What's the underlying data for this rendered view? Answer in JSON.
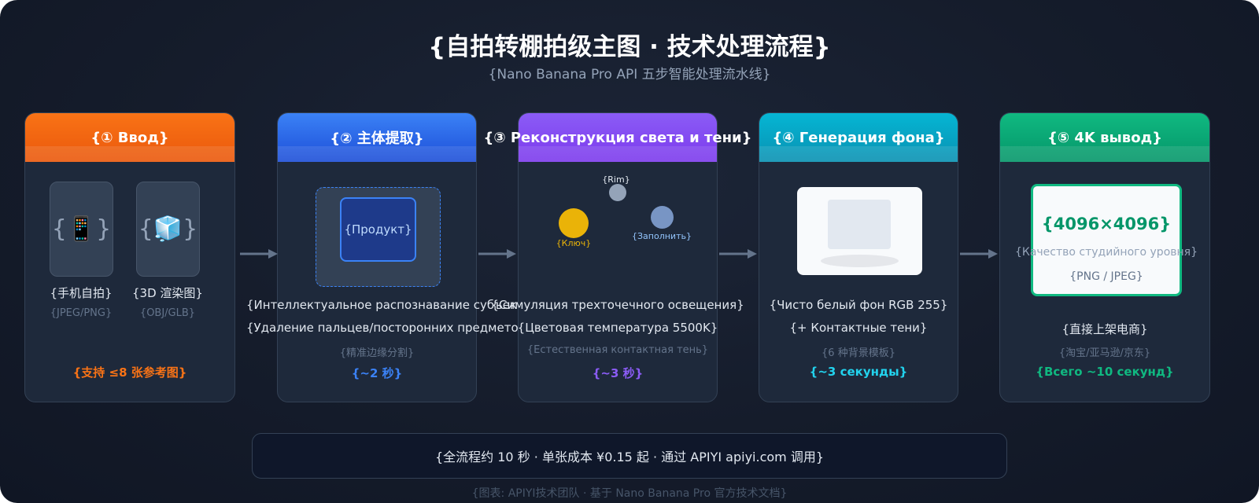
{
  "title": "{自拍转棚拍级主图 · 技术处理流程}",
  "subtitle": "{Nano Banana Pro API 五步智能处理流水线}",
  "colors": {
    "orange": "#f97316",
    "blue": "#3b82f6",
    "purple": "#8b5cf6",
    "cyan": "#06b6d4",
    "green": "#10b981",
    "background": "#151c2b",
    "card": "#1e293b"
  },
  "steps": [
    {
      "header": "{① Ввод}",
      "devices": [
        {
          "icon": "mobile-phone-icon",
          "glyph": "{📱}",
          "label": "{手机自拍}",
          "format": "{JPEG/PNG}"
        },
        {
          "icon": "cube-icon",
          "glyph": "{🧊}",
          "label": "{3D 渲染图}",
          "format": "{OBJ/GLB}"
        }
      ],
      "accent": "{支持 ≤8 张参考图}"
    },
    {
      "header": "{② 主体提取}",
      "product_label": "{Продукт}",
      "line1": "{Интеллектуальное распознавание субъекта}",
      "line2": "{Удаление пальцев/посторонних предметов}",
      "line3": "{精准边缘分割}",
      "accent": "{~2 秒}"
    },
    {
      "header": "{③ Реконструкция света и тени}",
      "lights": {
        "rim": "{Rim}",
        "key": "{Ключ}",
        "fill": "{Заполнить}"
      },
      "line1": "{Симуляция трехточечного освещения}",
      "line2": "{Цветовая температура 5500K}",
      "line3": "{Естественная контактная тень}",
      "accent": "{~3 秒}"
    },
    {
      "header": "{④ Генерация фона}",
      "line1": "{Чисто белый фон RGB 255}",
      "line2": "{+ Контактные тени}",
      "line3": "{6 种背景模板}",
      "accent": "{~3 секунды}"
    },
    {
      "header": "{⑤ 4K вывод}",
      "resolution": "{4096×4096}",
      "quality": "{Качество студийного уровня}",
      "formats": "{PNG / JPEG}",
      "line1": "{直接上架电商}",
      "line2": "{淘宝/亚马逊/京东}",
      "accent": "{Всего ~10 секунд}"
    }
  ],
  "summary": "{全流程约 10 秒 · 单张成本 ¥0.15 起 · 通过 APIYI apiyi.com 调用}",
  "caption": "{图表: APIYI技术团队 · 基于 Nano Banana Pro 官方技术文档}"
}
